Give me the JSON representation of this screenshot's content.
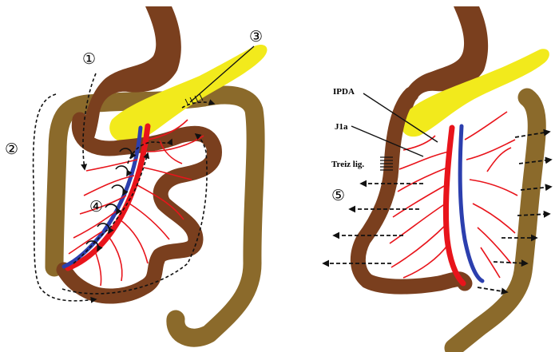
{
  "colors": {
    "stomach": "#7a3f1e",
    "small_intestine": "#7a3f1e",
    "colon": "#8b6a2b",
    "pancreas": "#f2ea1c",
    "artery": "#e8141b",
    "vein": "#2c3fae",
    "arrow": "#111111",
    "background": "#ffffff"
  },
  "left_panel": {
    "step_markers": [
      "①",
      "②",
      "③",
      "④"
    ]
  },
  "right_panel": {
    "labels": {
      "ipda": "IPDA",
      "j1a": "J1a",
      "treitz": "Treiz lig."
    },
    "step_markers": [
      "⑤"
    ]
  }
}
